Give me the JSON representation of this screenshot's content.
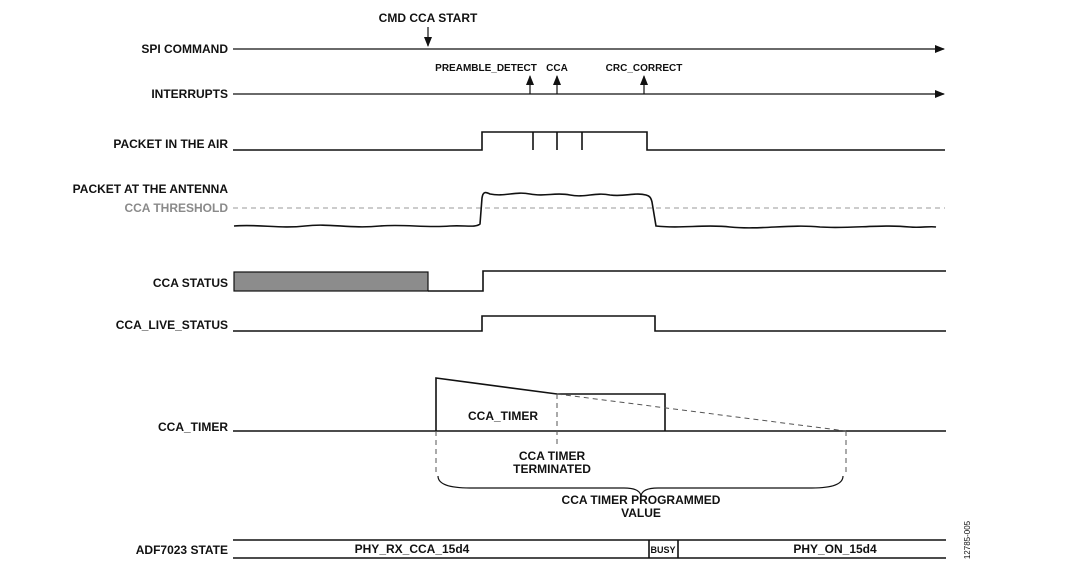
{
  "colors": {
    "ink": "#111111",
    "threshold_text": "#8a8a8a",
    "threshold_line": "#9a9a9a",
    "status_fill": "#8c8c8c"
  },
  "signals": {
    "spi_command": "SPI COMMAND",
    "interrupts": "INTERRUPTS",
    "packet_in_air": "PACKET IN THE AIR",
    "packet_at_antenna": "PACKET AT THE ANTENNA",
    "cca_threshold": "CCA THRESHOLD",
    "cca_status": "CCA STATUS",
    "cca_live_status": "CCA_LIVE_STATUS",
    "cca_timer": "CCA_TIMER",
    "adf_state": "ADF7023 STATE"
  },
  "events": {
    "cmd_cca_start": "CMD CCA START",
    "preamble_detect": "PREAMBLE_DETECT",
    "cca": "CCA",
    "crc_correct": "CRC_CORRECT"
  },
  "annotations": {
    "timer_inner": "CCA_TIMER",
    "timer_terminated_1": "CCA TIMER",
    "timer_terminated_2": "TERMINATED",
    "programmed_1": "CCA TIMER PROGRAMMED",
    "programmed_2": "VALUE"
  },
  "states": {
    "rx": "PHY_RX_CCA_15d4",
    "busy": "BUSY",
    "on": "PHY_ON_15d4"
  },
  "figure_id": "12785-005"
}
